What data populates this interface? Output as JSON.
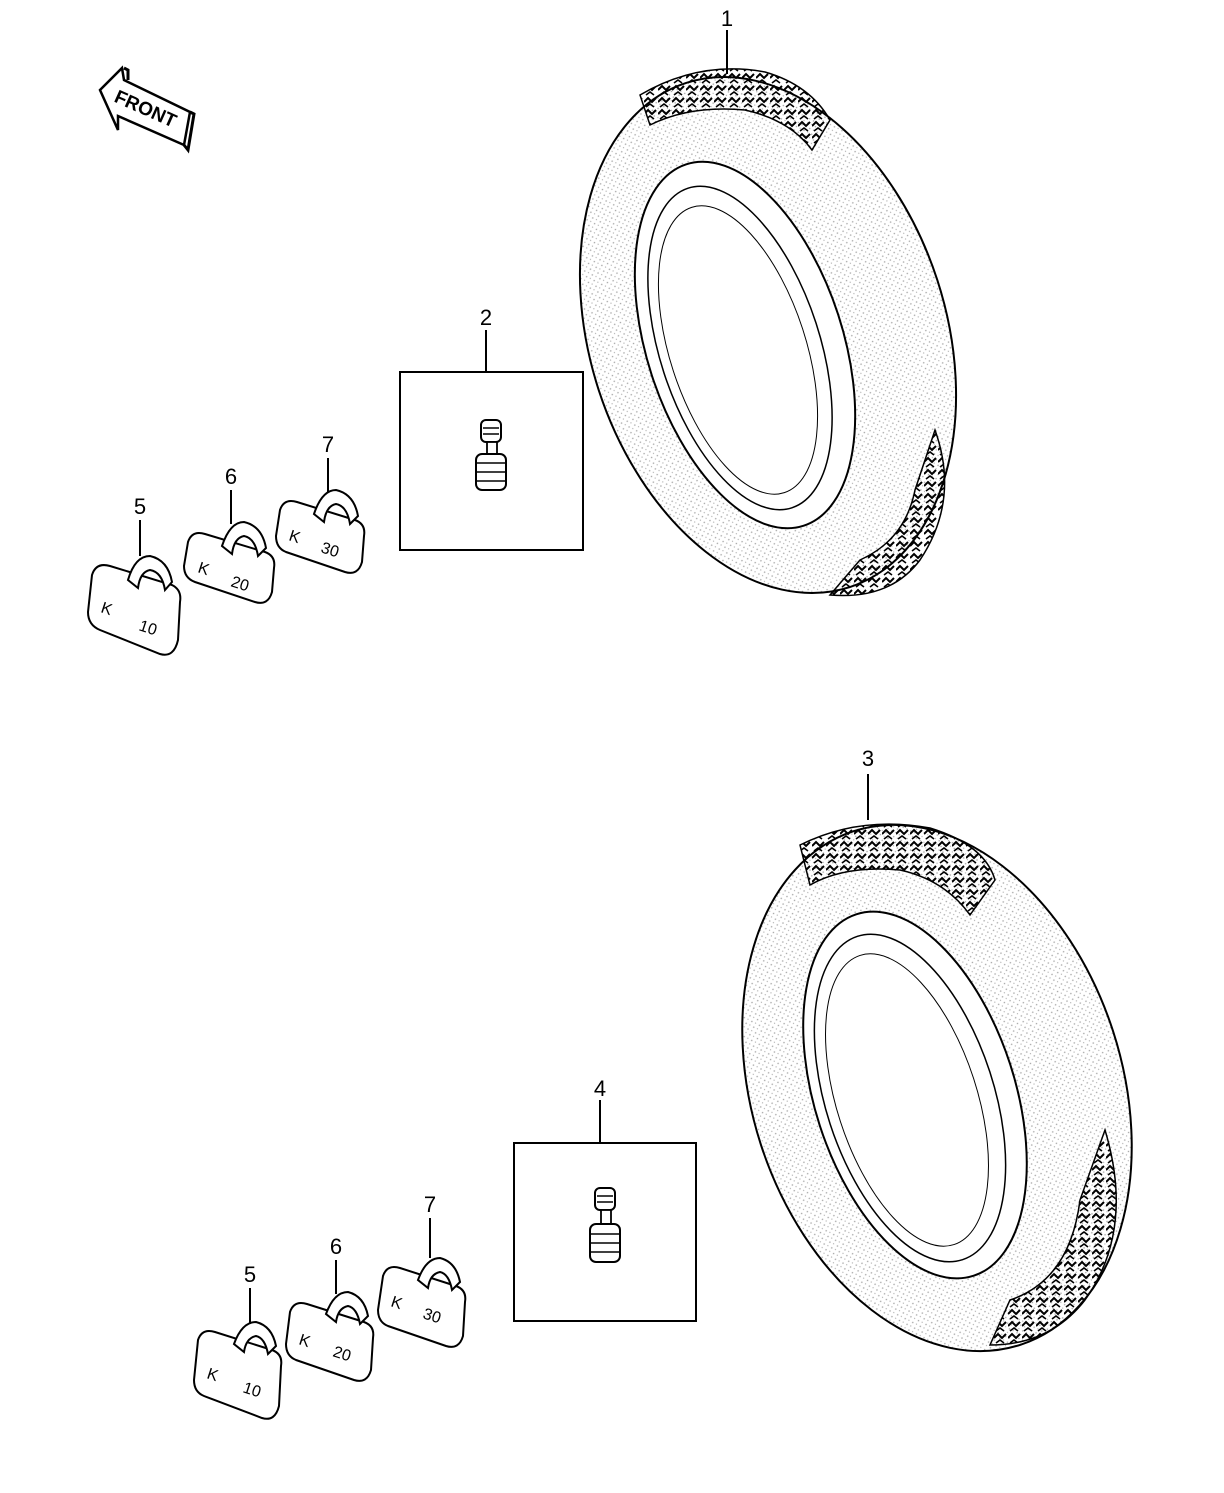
{
  "front_label": "FRONT",
  "callouts": {
    "c1": "1",
    "c2": "2",
    "c3": "3",
    "c4": "4",
    "c5a": "5",
    "c6a": "6",
    "c7a": "7",
    "c5b": "5",
    "c6b": "6",
    "c7b": "7"
  },
  "weights": {
    "w10": "10",
    "w20": "20",
    "w30": "30",
    "logo": "K"
  },
  "icons": {
    "tire": "tire-icon",
    "valve": "valve-stem-icon",
    "weight": "balance-weight-icon",
    "arrow": "front-arrow-icon"
  }
}
